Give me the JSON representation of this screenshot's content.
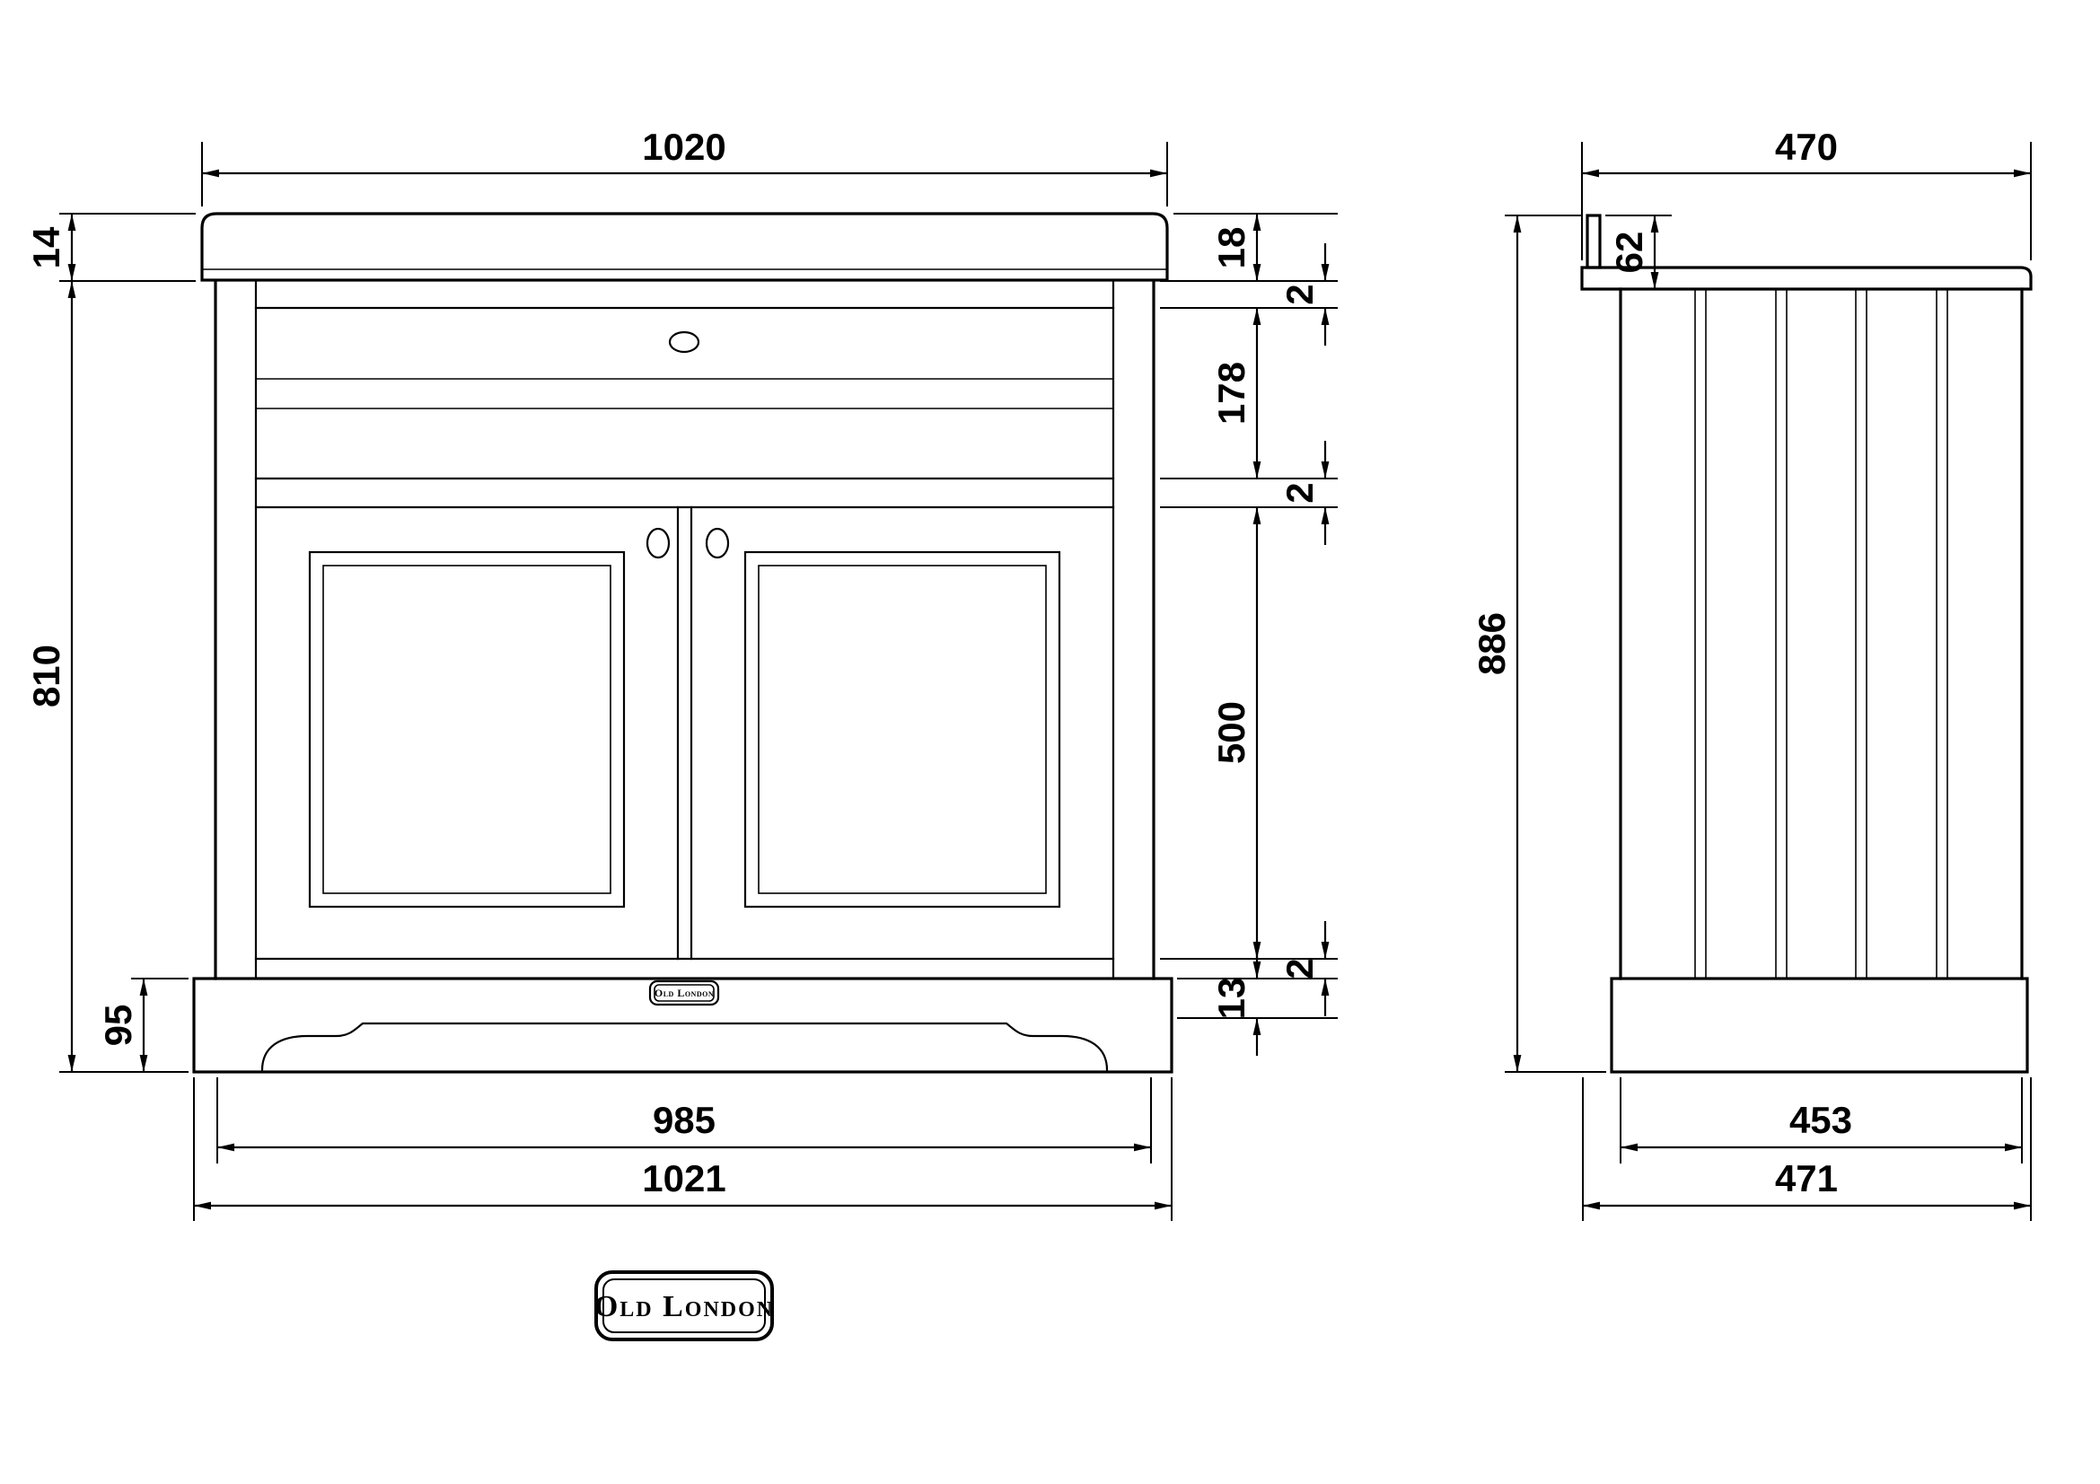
{
  "colors": {
    "line": "#000000",
    "background": "#ffffff"
  },
  "front_view": {
    "dims": {
      "top_width": "1020",
      "counter_lip": "14",
      "counter_thickness": "18",
      "gap_counter_drawer": "2",
      "drawer_height": "178",
      "gap_drawer_door": "2",
      "door_height": "500",
      "gap_door_plinth": "2",
      "plinth_lip": "13",
      "body_height": "810",
      "plinth_height": "95",
      "base_width": "985",
      "overall_width": "1021"
    },
    "plinth_badge": "Old London"
  },
  "side_view": {
    "dims": {
      "top_depth": "470",
      "upstand_height": "62",
      "overall_height": "886",
      "base_depth": "453",
      "overall_depth": "471"
    }
  },
  "logo": {
    "brand": "Old London"
  }
}
